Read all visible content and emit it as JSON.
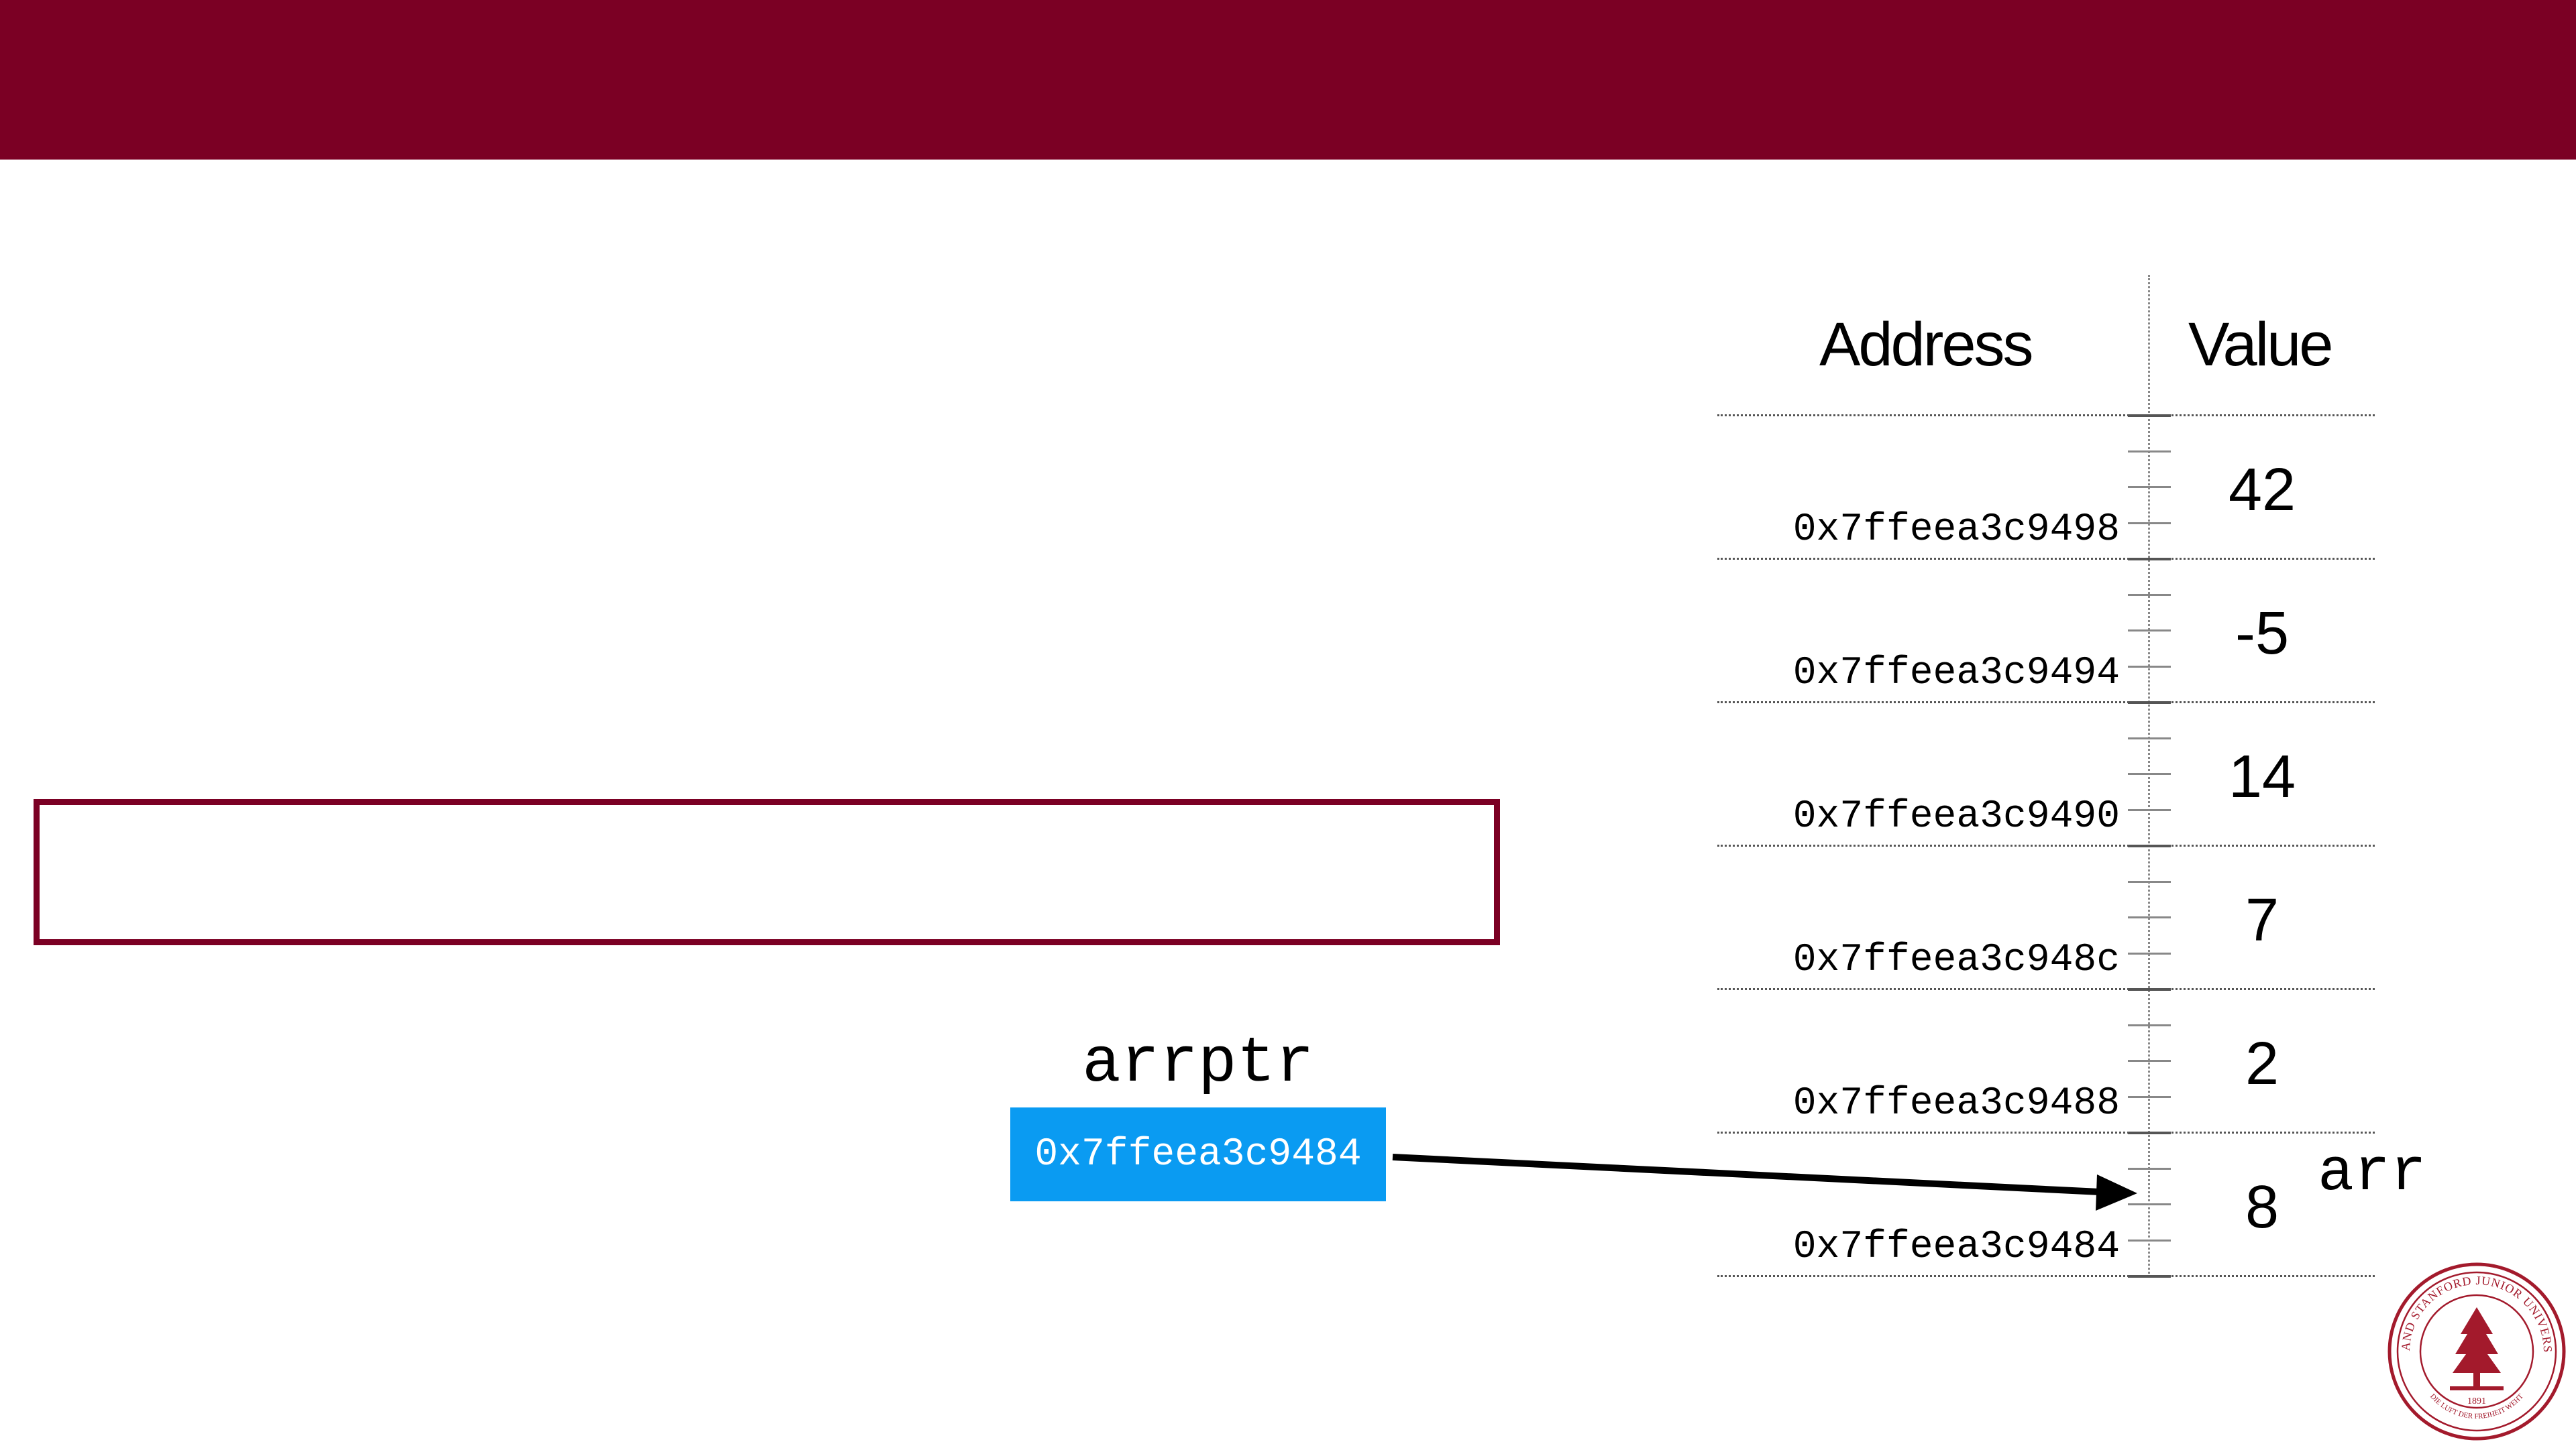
{
  "headers": {
    "address": "Address",
    "value": "Value"
  },
  "memory": [
    {
      "address": "0x7ffeea3c9498",
      "value": "42"
    },
    {
      "address": "0x7ffeea3c9494",
      "value": "-5"
    },
    {
      "address": "0x7ffeea3c9490",
      "value": "14"
    },
    {
      "address": "0x7ffeea3c948c",
      "value": "7"
    },
    {
      "address": "0x7ffeea3c9488",
      "value": "2"
    },
    {
      "address": "0x7ffeea3c9484",
      "value": "8"
    }
  ],
  "array_label": "arr",
  "pointer": {
    "name": "arrptr",
    "value": "0x7ffeea3c9484"
  },
  "colors": {
    "brand": "#7b0024",
    "pointer_box": "#0a9bf2"
  },
  "seal": {
    "outer_text": "LELAND STANFORD JUNIOR UNIVERSITY",
    "motto": "DIE LUFT DER FREIHEIT WEHT",
    "year": "1891"
  }
}
